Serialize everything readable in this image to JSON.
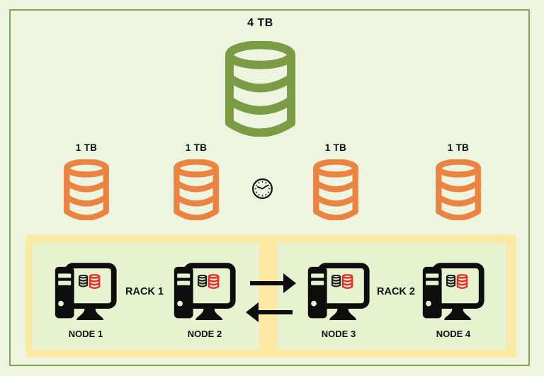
{
  "diagram": {
    "primary_storage": {
      "label": "4 TB",
      "icon": "database-icon"
    },
    "disks": [
      {
        "label": "1 TB",
        "icon": "database-icon"
      },
      {
        "label": "1 TB",
        "icon": "database-icon"
      },
      {
        "label": "1 TB",
        "icon": "database-icon"
      },
      {
        "label": "1 TB",
        "icon": "database-icon"
      }
    ],
    "clock": {
      "icon": "clock-icon"
    },
    "racks": [
      {
        "label": "RACK 1",
        "nodes": [
          {
            "label": "NODE 1"
          },
          {
            "label": "NODE 2"
          }
        ]
      },
      {
        "label": "RACK 2",
        "nodes": [
          {
            "label": "NODE 3"
          },
          {
            "label": "NODE 4"
          }
        ]
      }
    ],
    "arrows": {
      "right": "arrow-right-icon",
      "left": "arrow-left-icon"
    },
    "node_icon": "computer-icon",
    "node_screen_icons": [
      "database-icon-black",
      "database-icon-red"
    ]
  },
  "colors": {
    "background": "#edf5e1",
    "page_border": "#84a456",
    "primary_database": "#7b9c45",
    "disk_database": "#ec8441",
    "rack_container": "#fbe9a5",
    "rack_panel": "#e6f2d0",
    "icon_black": "#0d0d0d",
    "replica_red": "#e43028"
  }
}
